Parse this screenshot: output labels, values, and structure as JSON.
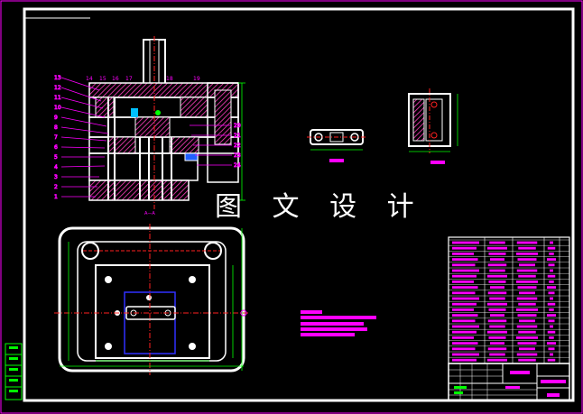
{
  "drawing": {
    "watermark_text": "图 文 设 计",
    "part_numbers_left": [
      "13",
      "12",
      "11",
      "10",
      "9",
      "8",
      "7",
      "6",
      "5",
      "4",
      "3",
      "2",
      "1"
    ],
    "part_numbers_top": [
      "14",
      "15",
      "16",
      "17",
      "18",
      "19"
    ],
    "part_numbers_right": [
      "20",
      "21",
      "22",
      "23",
      "24"
    ],
    "section_label": "A—A"
  },
  "colors": {
    "background": "#000000",
    "frame": "#ffffff",
    "outer_border": "#ff00ff",
    "part_lines": "#ffffff",
    "hatch": "#ff3fbf",
    "dimension": "#00ff00",
    "centerline": "#ff2020",
    "table_text": "#ff00ff",
    "blue_lines": "#3030ff",
    "watermark": "#ffffff"
  }
}
